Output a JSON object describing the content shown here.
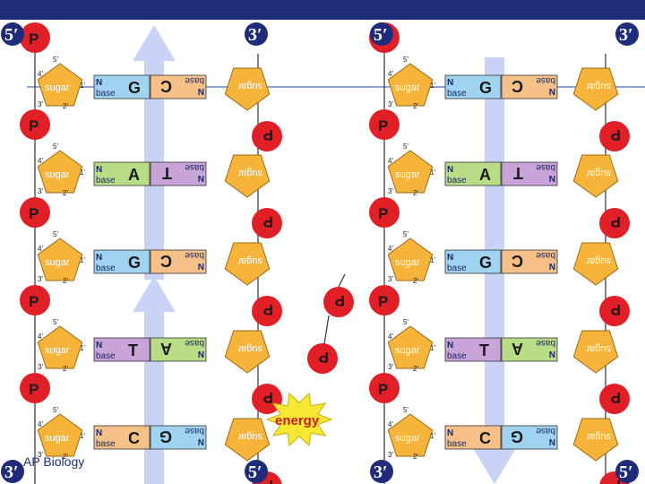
{
  "footer": "AP Biology",
  "energy_label": "energy",
  "ends": {
    "five": "5′",
    "three": "3′"
  },
  "nucleotide": {
    "phosphate": "P",
    "sugar": "sugar",
    "n": "N",
    "base": "base"
  },
  "carbon_labels": {
    "c5": "5'",
    "c4": "4'",
    "c3": "3'",
    "c2": "2'",
    "c1": "1'"
  },
  "strands": [
    {
      "name": "left",
      "bases": [
        "G",
        "A",
        "G",
        "T",
        "C"
      ],
      "partners": [
        "C",
        "T",
        "C",
        "A",
        "G"
      ]
    },
    {
      "name": "right",
      "bases": [
        "G",
        "A",
        "G",
        "T",
        "C"
      ],
      "partners": [
        "C",
        "T",
        "C",
        "A",
        "G"
      ]
    }
  ],
  "colors": {
    "header_bar": "#1f2c79",
    "phosphate": "#e01f26",
    "sugar": "#f6b53a",
    "base_cyan": "#9fd3f0",
    "base_green": "#b9dc86",
    "base_orange": "#f6c089",
    "base_purple": "#c8a4d8",
    "arrow": "#c9d3f6",
    "energy_burst": "#f7e632",
    "energy_text": "#c81e1e",
    "end_circle": "#1f2c79"
  }
}
